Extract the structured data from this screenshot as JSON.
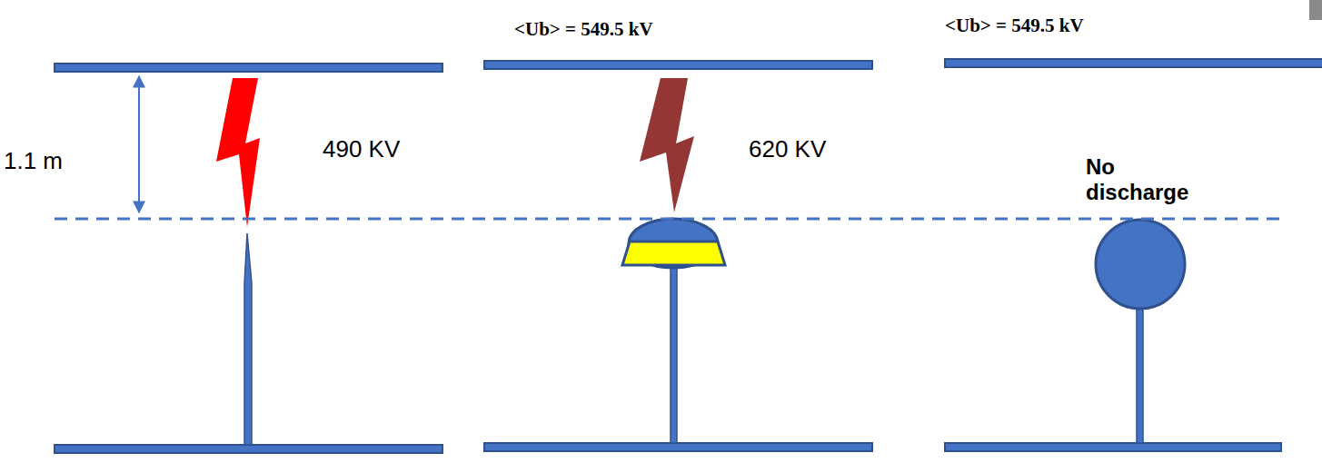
{
  "diagram": {
    "labels": [
      "<Ub> = 549.5 kV",
      "<Ub> = 549.5 kV",
      "1.1 m",
      "490 KV",
      "620 KV",
      "No discharge"
    ]
  }
}
